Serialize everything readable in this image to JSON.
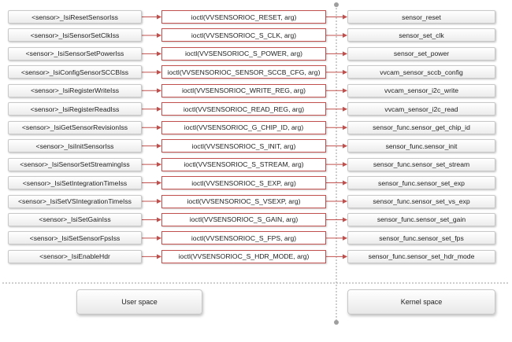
{
  "colors": {
    "ioctl_border": "#c0504d",
    "arrow": "#c0504d",
    "divider": "#9e9e9e"
  },
  "rows": [
    {
      "user_call": "<sensor>_IsiResetSensorIss",
      "ioctl": "ioctl(VVSENSORIOC_RESET, arg)",
      "kernel_fn": "sensor_reset"
    },
    {
      "user_call": "<sensor>_IsiSensorSetClkIss",
      "ioctl": "ioctl(VVSENSORIOC_S_CLK, arg)",
      "kernel_fn": "sensor_set_clk"
    },
    {
      "user_call": "<sensor>_IsiSensorSetPowerIss",
      "ioctl": "ioctl(VVSENSORIOC_S_POWER, arg)",
      "kernel_fn": "sensor_set_power"
    },
    {
      "user_call": "<sensor>_IsiConfigSensorSCCBIss",
      "ioctl": "ioctl(VVSENSORIOC_SENSOR_SCCB_CFG, arg)",
      "kernel_fn": "vvcam_sensor_sccb_config"
    },
    {
      "user_call": "<sensor>_IsiRegisterWriteIss",
      "ioctl": "ioctl(VVSENSORIOC_WRITE_REG, arg)",
      "kernel_fn": "vvcam_sensor_i2c_write"
    },
    {
      "user_call": "<sensor>_IsiRegisterReadIss",
      "ioctl": "ioctl(VVSENSORIOC_READ_REG, arg)",
      "kernel_fn": "vvcam_sensor_i2c_read"
    },
    {
      "user_call": "<sensor>_IsiGetSensorRevisionIss",
      "ioctl": "ioctl(VVSENSORIOC_G_CHIP_ID, arg)",
      "kernel_fn": "sensor_func.sensor_get_chip_id"
    },
    {
      "user_call": "<sensor>_IsiInitSensorIss",
      "ioctl": "ioctl(VVSENSORIOC_S_INIT, arg)",
      "kernel_fn": "sensor_func.sensor_init"
    },
    {
      "user_call": "<sensor>_IsiSensorSetStreamingIss",
      "ioctl": "ioctl(VVSENSORIOC_S_STREAM, arg)",
      "kernel_fn": "sensor_func.sensor_set_stream"
    },
    {
      "user_call": "<sensor>_IsiSetIntegrationTimeIss",
      "ioctl": "ioctl(VVSENSORIOC_S_EXP, arg)",
      "kernel_fn": "sensor_func.sensor_set_exp"
    },
    {
      "user_call": "<sensor>_IsiSetVSIntegrationTimeIss",
      "ioctl": "ioctl(VVSENSORIOC_S_VSEXP, arg)",
      "kernel_fn": "sensor_func.sensor_set_vs_exp"
    },
    {
      "user_call": "<sensor>_IsiSetGainIss",
      "ioctl": "ioctl(VVSENSORIOC_S_GAIN, arg)",
      "kernel_fn": "sensor_func.sensor_set_gain"
    },
    {
      "user_call": "<sensor>_IsiSetSensorFpsIss",
      "ioctl": "ioctl(VVSENSORIOC_S_FPS, arg)",
      "kernel_fn": "sensor_func.sensor_set_fps"
    },
    {
      "user_call": "<sensor>_IsiEnableHdr",
      "ioctl": "ioctl(VVSENSORIOC_S_HDR_MODE, arg)",
      "kernel_fn": "sensor_func.sensor_set_hdr_mode"
    }
  ],
  "spaces": {
    "user": "User space",
    "kernel": "Kernel space"
  }
}
